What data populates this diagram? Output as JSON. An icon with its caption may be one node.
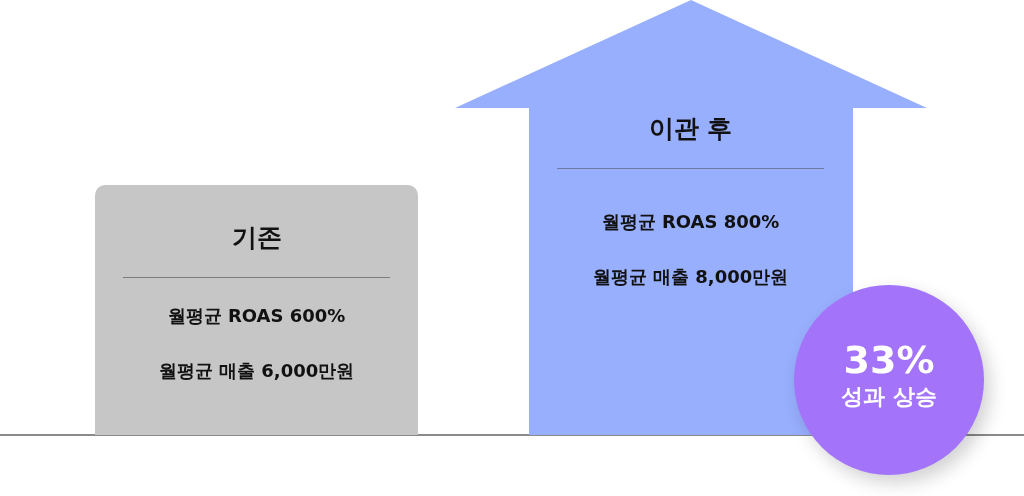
{
  "diagram": {
    "nodes": [
      {
        "text": [
          "기존",
          "월평균 ROAS 600%",
          "월평균 매출 6,000만원"
        ]
      },
      {
        "text": [
          "이관 후",
          "월평균 ROAS 800%",
          "월평균 매출 8,000만원"
        ]
      },
      {
        "text": [
          "33%",
          "성과 상승"
        ]
      }
    ]
  }
}
